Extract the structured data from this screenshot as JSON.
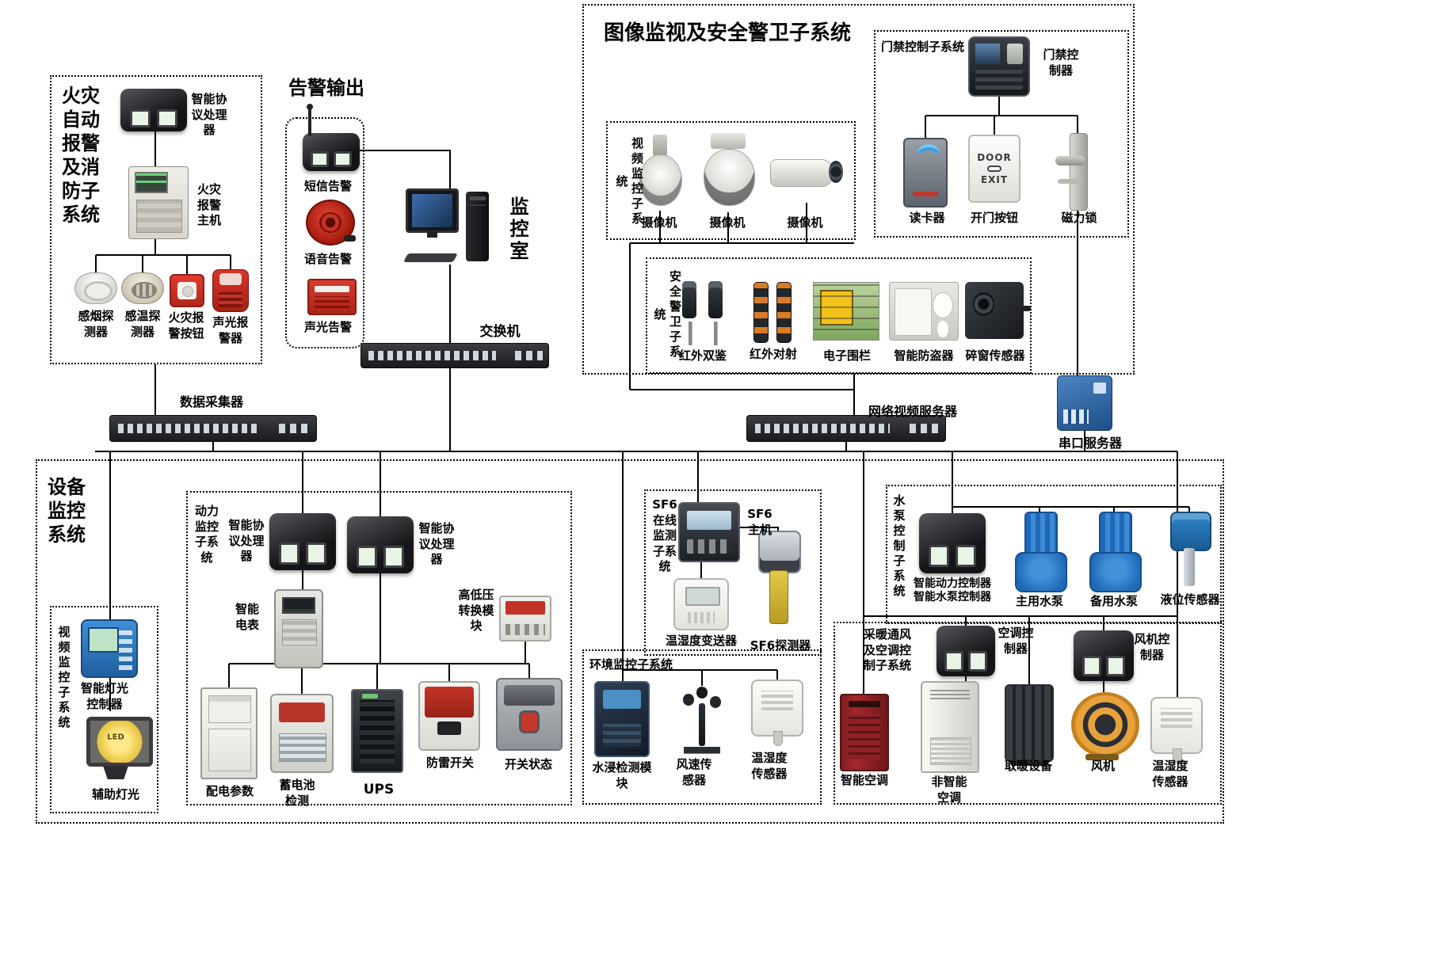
{
  "sections": {
    "fire": {
      "title": "火灾自动报警及消防子系统",
      "processor": "智能协议处理器",
      "host": "火灾报警主机",
      "smoke": "感烟探测器",
      "temp": "感温探测器",
      "button": "火灾报警按钮",
      "strobe": "声光报警器"
    },
    "alarm_out": {
      "title": "告警输出",
      "sms": "短信告警",
      "voice": "语音告警",
      "sound_light": "声光告警"
    },
    "monitor": {
      "room": "监控室",
      "switch": "交换机"
    },
    "surveillance": {
      "title": "图像监视及安全警卫子系统"
    },
    "access": {
      "title": "门禁控制子系统",
      "controller": "门禁控制器",
      "reader": "读卡器",
      "exit_button": "开门按钮",
      "lock": "磁力锁",
      "door_text": "DOOR",
      "exit_text": "EXIT"
    },
    "video_top": {
      "title": "视频监控子系统",
      "camera": "摄像机"
    },
    "security": {
      "title": "安全警卫子系统",
      "ir_double": "红外双鉴",
      "ir_beam": "红外对射",
      "fence": "电子围栏",
      "anti_theft": "智能防盗器",
      "window_sensor": "碎窗传感器"
    },
    "backbone": {
      "data_collector": "数据采集器",
      "nvr": "网络视频服务器",
      "serial_server": "串口服务器"
    },
    "equipment": {
      "title": "设备监控系统"
    },
    "video_bottom": {
      "title": "视频监控子系统",
      "light_controller": "智能灯光控制器",
      "aux_light": "辅助灯光",
      "led": "LED"
    },
    "power": {
      "title": "动力监控子系统",
      "processor": "智能协议处理器",
      "meter": "智能电表",
      "hilo": "高低压转换模块",
      "dist": "配电参数",
      "battery": "蓄电池检测",
      "ups": "UPS",
      "lightning": "防雷开关",
      "switch_status": "开关状态"
    },
    "sf6": {
      "title": "SF6在线监测子系统",
      "host": "SF6主机",
      "transmitter": "温湿度变送器",
      "detector": "SF6探测器"
    },
    "env": {
      "title": "环境监控子系统",
      "water": "水浸检测模块",
      "wind": "风速传感器",
      "th": "温湿度传感器"
    },
    "pump": {
      "title": "水泵控制子系统",
      "ctrl_line1": "智能动力控制器",
      "ctrl_line2": "智能水泵控制器",
      "main": "主用水泵",
      "backup": "备用水泵",
      "level": "液位传感器"
    },
    "hvac": {
      "title": "采暖通风及空调控制子系统",
      "ac_ctrl": "空调控制器",
      "fan_ctrl": "风机控制器",
      "smart_ac": "智能空调",
      "plain_ac": "非智能空调",
      "heater": "取暖设备",
      "fan": "风机",
      "th": "温湿度传感器"
    }
  },
  "colors": {
    "line": "#000000",
    "alarm_red": "#c23326",
    "device_black": "#1b1b1f",
    "pump_blue": "#1e69b8",
    "serial_blue": "#2f6fb5"
  }
}
